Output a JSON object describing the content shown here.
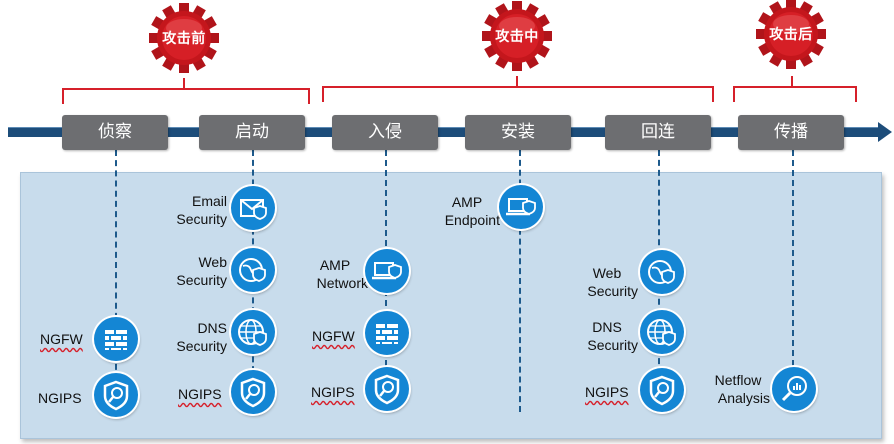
{
  "phases": {
    "before": "攻击前",
    "during": "攻击中",
    "after": "攻击后"
  },
  "stages": [
    "侦察",
    "启动",
    "入侵",
    "安装",
    "回连",
    "传播"
  ],
  "columns": {
    "recon": {
      "ngfw": "NGFW",
      "ngips": "NGIPS"
    },
    "launch": {
      "email_1": "Email",
      "email_2": "Security",
      "web_1": "Web",
      "web_2": "Security",
      "dns_1": "DNS",
      "dns_2": "Security",
      "ngips": "NGIPS"
    },
    "intrude": {
      "amp_1": "AMP",
      "amp_2": "Network",
      "ngfw": "NGFW",
      "ngips": "NGIPS"
    },
    "install": {
      "amp_1": "AMP",
      "amp_2": "Endpoint"
    },
    "callback": {
      "web_1": "Web",
      "web_2": "Security",
      "dns_1": "DNS",
      "dns_2": "Security",
      "ngips": "NGIPS"
    },
    "spread": {
      "netflow_1": "Netflow",
      "netflow_2": "Analysis"
    }
  },
  "icons": {
    "firewall": "firewall-icon",
    "ips": "shield-search-icon",
    "email": "envelope-shield-icon",
    "web": "globe-shield-icon",
    "dns": "dns-globe-icon",
    "amp_network": "laptop-shield-icon",
    "amp_endpoint": "laptop-shield-icon",
    "netflow": "magnifier-chart-icon"
  },
  "colors": {
    "gear": "#c4161c",
    "bracket": "#d6202a",
    "timeline": "#1d4d7a",
    "stage": "#6d6e71",
    "panel": "#c8dcec",
    "icon": "#1486d4"
  }
}
